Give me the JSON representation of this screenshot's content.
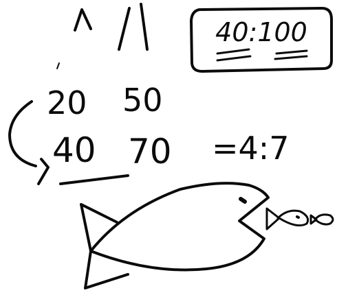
{
  "ink_color": "#0b0b0b",
  "background": "#ffffff",
  "ratio_box": {
    "text": "40:100"
  },
  "equation": {
    "top_left": "20",
    "top_right": "50",
    "bottom_left": "40",
    "bottom_right": "70",
    "result": "=4:7"
  }
}
